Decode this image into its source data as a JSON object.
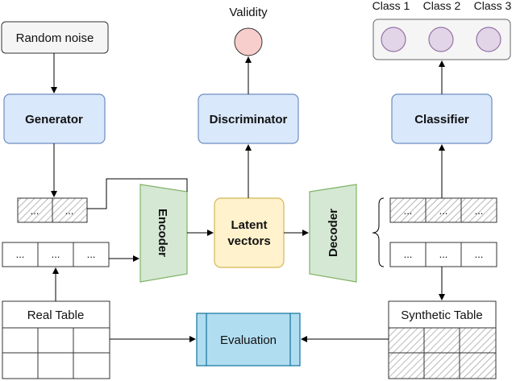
{
  "diagram": {
    "validity_label": "Validity",
    "class_labels": [
      "Class 1",
      "Class 2",
      "Class 3"
    ],
    "random_noise": "Random noise",
    "generator": "Generator",
    "discriminator": "Discriminator",
    "classifier": "Classifier",
    "encoder": "Encoder",
    "decoder": "Decoder",
    "latent_line1": "Latent",
    "latent_line2": "vectors",
    "ellipsis": "...",
    "real_table": "Real Table",
    "synthetic_table": "Synthetic Table",
    "evaluation": "Evaluation"
  },
  "colors": {
    "module_fill": "#dae8fc",
    "module_stroke": "#6c8ebf",
    "coder_fill": "#d5e8d4",
    "coder_stroke": "#82b366",
    "latent_fill": "#fff2cc",
    "latent_stroke": "#d6b656",
    "validity_fill": "#f8cecc",
    "validity_stroke": "#b85450",
    "class_fill": "#e1d5e7",
    "class_stroke": "#9673a6",
    "eval_fill": "#b1ddf0",
    "eval_stroke": "#10739e",
    "noise_fill": "#f5f5f5"
  }
}
